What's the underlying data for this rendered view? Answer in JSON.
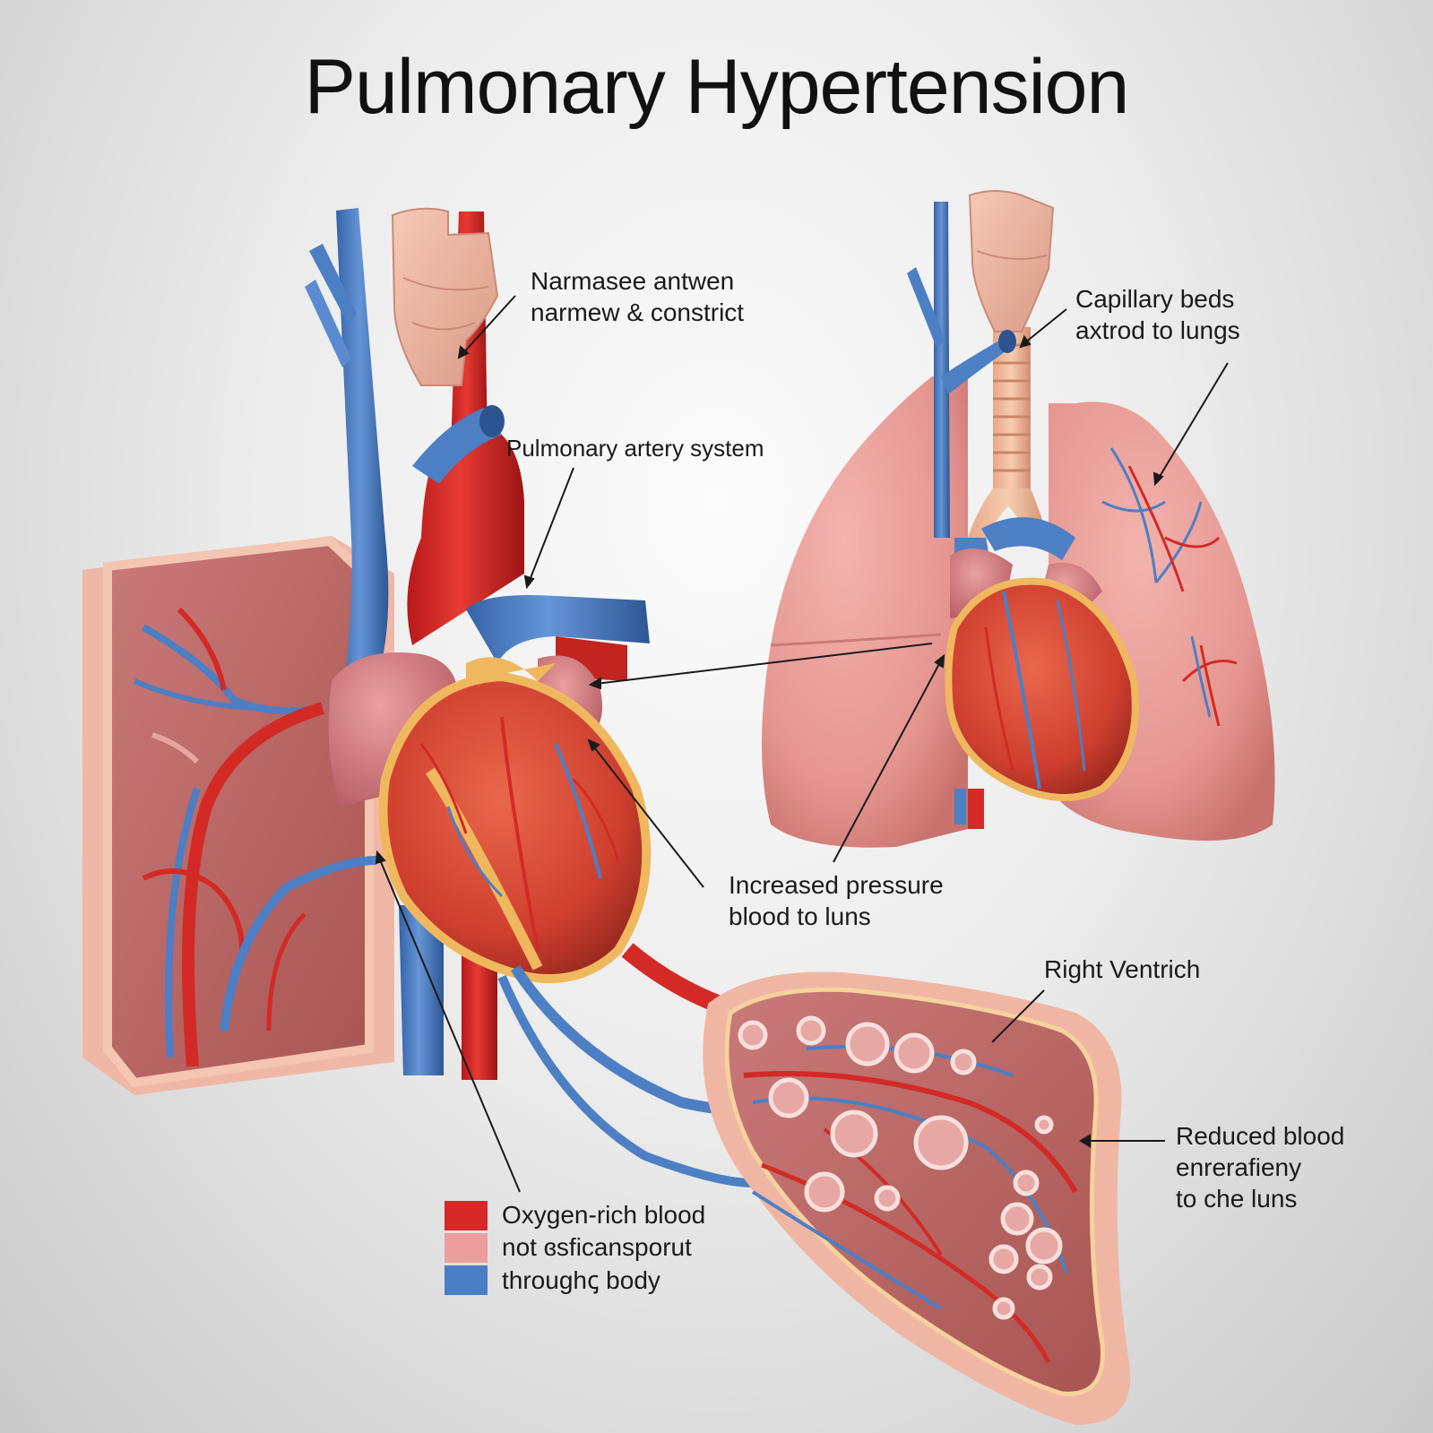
{
  "title": "Pulmonary Hypertension",
  "labels": {
    "narrow": [
      "Narmasee antwen",
      "narmew & constrict"
    ],
    "capillary": [
      "Capillary beds",
      "axtrod to lungs"
    ],
    "pulmonary_artery": [
      "Pulmonary artery system"
    ],
    "increased_pressure": [
      "Increased pressure",
      "blood to luns"
    ],
    "right_ventricle": [
      "Right Ventrich"
    ],
    "reduced_blood": [
      "Reduced blood",
      "enrerafieny",
      "to che luns"
    ]
  },
  "legend": [
    {
      "text": "Oxygen-rich blood",
      "color": "#d9282a"
    },
    {
      "text": "not ɞsficansporut",
      "color": "#ec9d9d"
    },
    {
      "text": "throughꞔ body",
      "color": "#4a7fc6"
    }
  ],
  "colors": {
    "artery_red": "#d32a26",
    "vein_blue": "#4c7fc4",
    "tissue_pink": "#e9a3a0",
    "heart_muscle": "#d9543c",
    "fat_yellow": "#f0b85e"
  }
}
